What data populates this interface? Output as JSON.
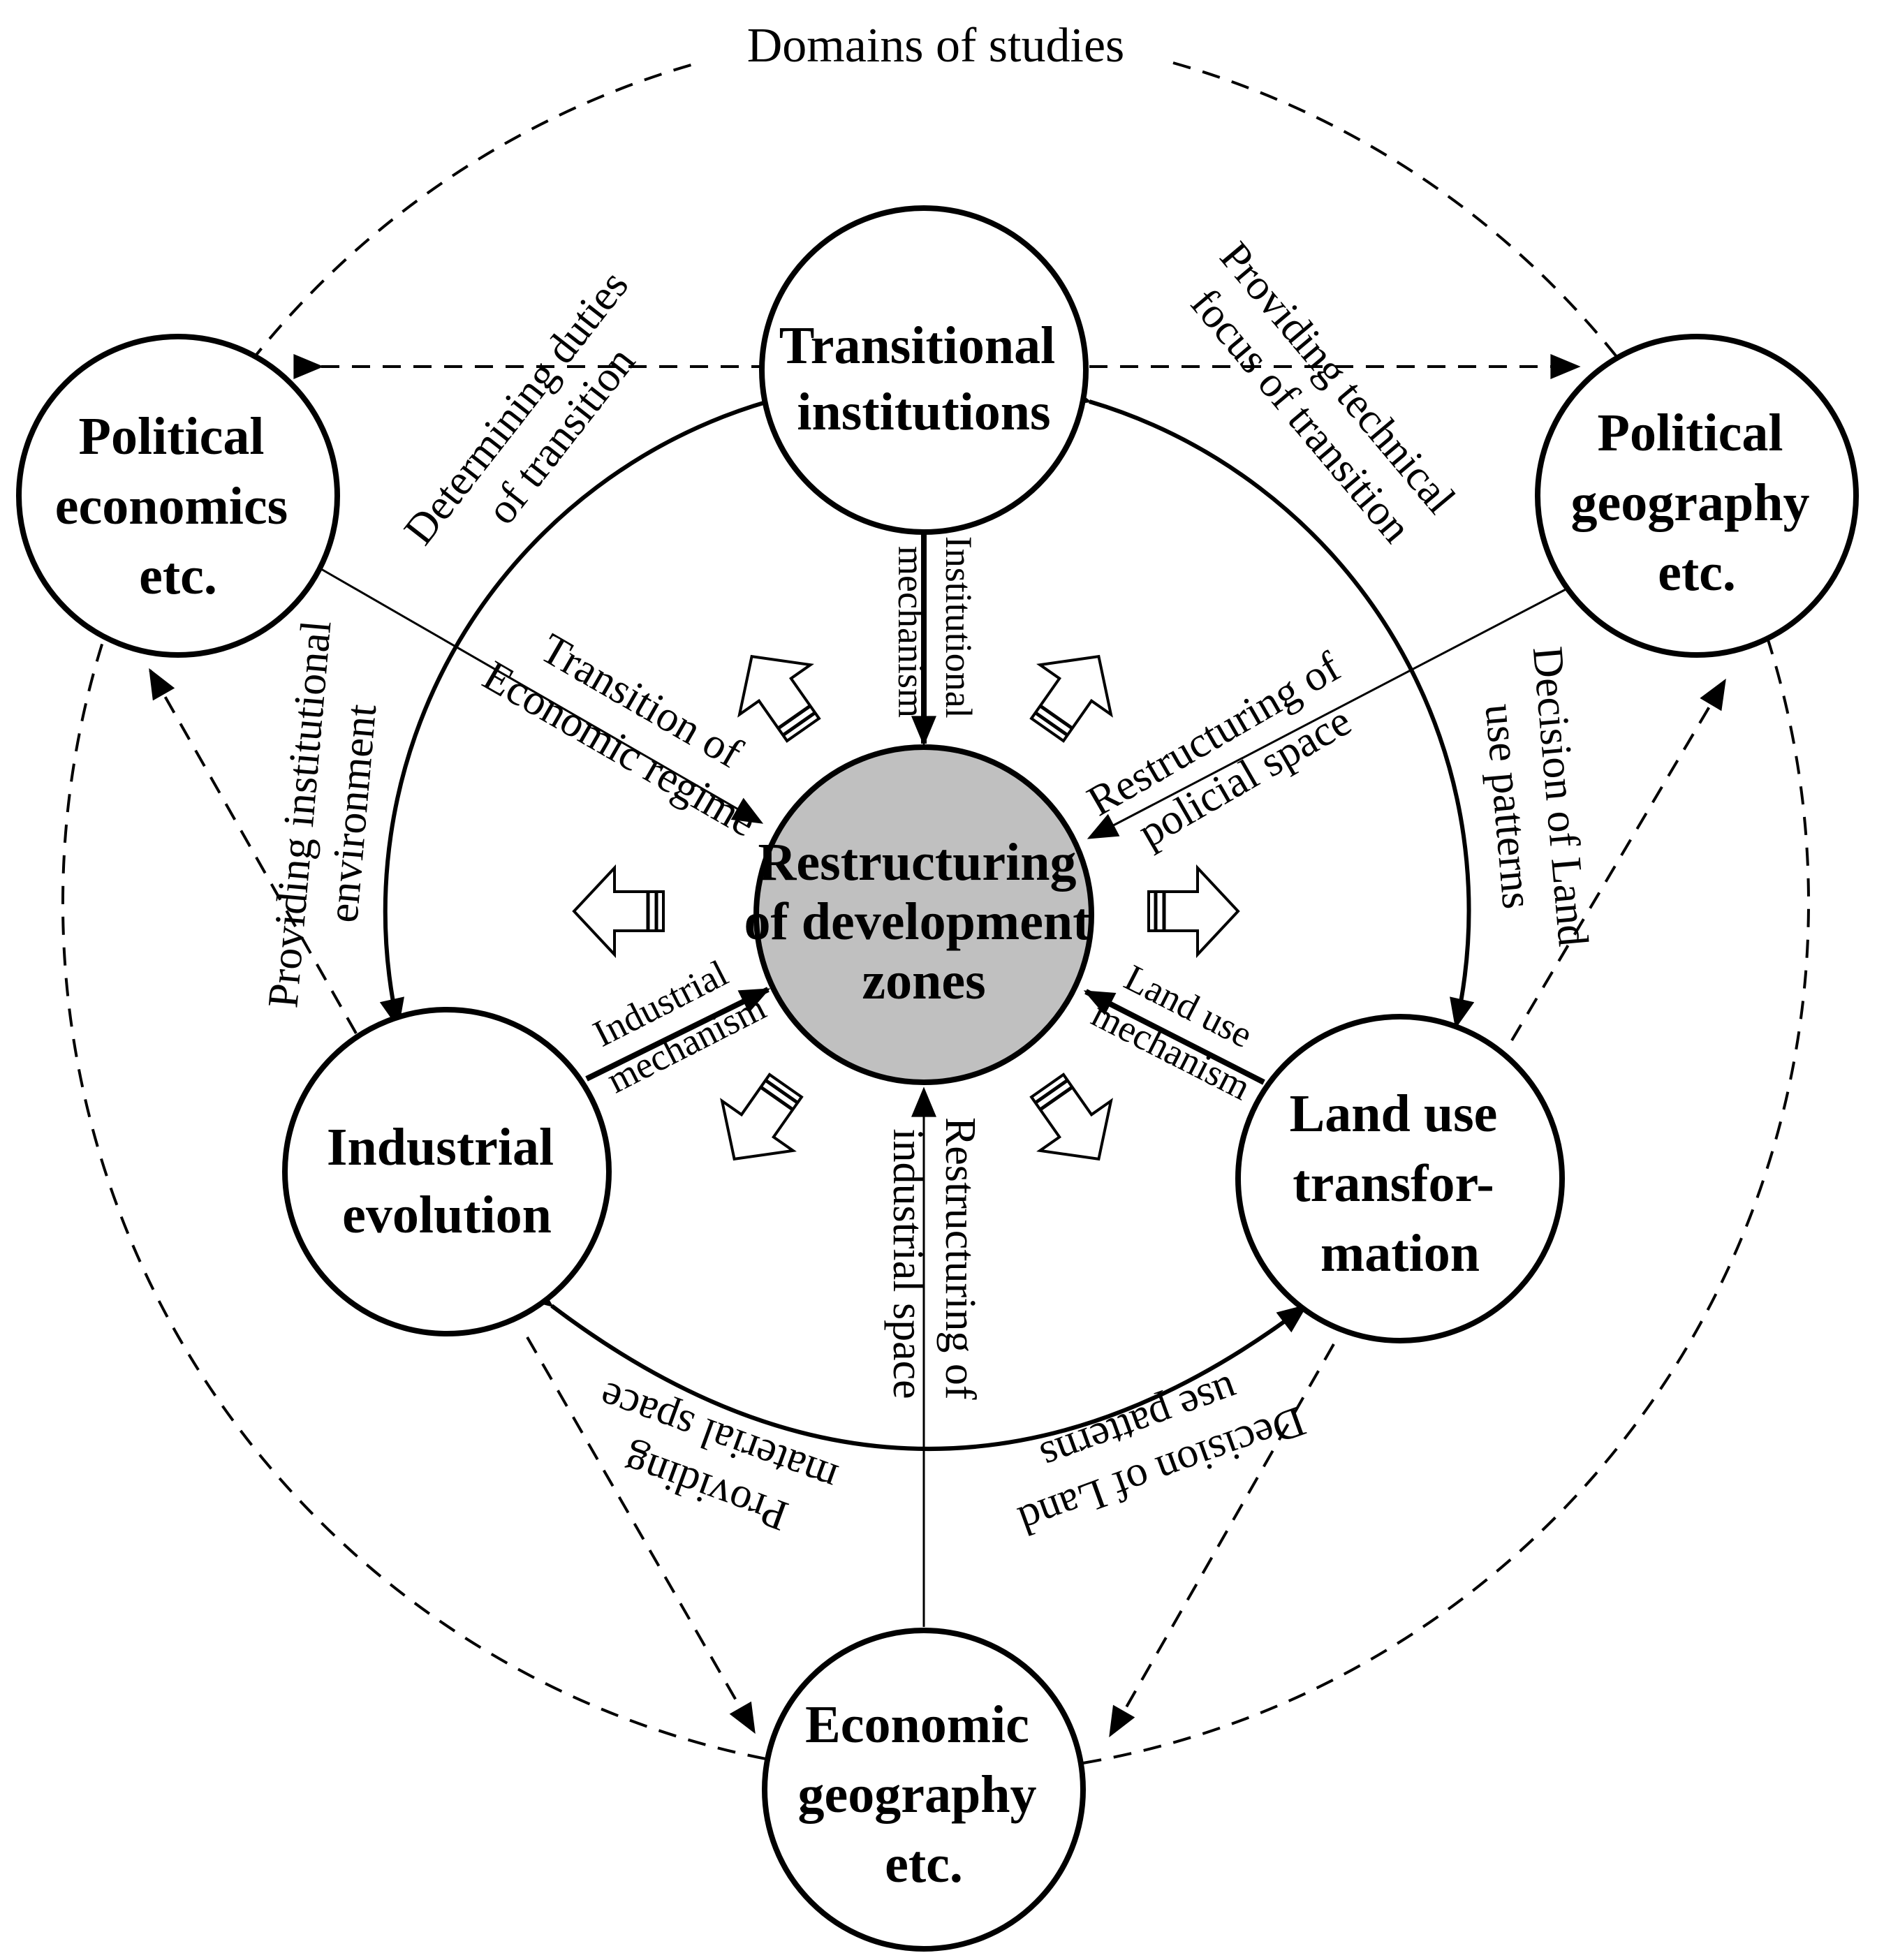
{
  "diagram": {
    "title": "Domains of studies",
    "center": {
      "lines": [
        "Restructuring",
        "of development",
        "zones"
      ],
      "fill": "#c0c0c0"
    },
    "nodes": {
      "transitional": [
        "Transitional",
        "institutions"
      ],
      "industrial": [
        "Industrial",
        "evolution"
      ],
      "landuse": [
        "Land use",
        "transfor-",
        "mation"
      ],
      "pol_econ": [
        "Political",
        "economics",
        "etc."
      ],
      "pol_geo": [
        "Political",
        "geography",
        "etc."
      ],
      "econ_geo": [
        "Economic",
        "geography",
        "etc."
      ]
    },
    "labels": {
      "determining_1": "Determining duties",
      "determining_2": "of transition",
      "providing_tech_1": "Providing technical",
      "providing_tech_2": "focus of transition",
      "providing_inst_1": "Providing institutional",
      "providing_inst_2": "environment",
      "decision_right_1": "Decision of Land",
      "decision_right_2": "use patterns",
      "decision_bottom_1": "Decision of Land",
      "decision_bottom_2": "use patterns",
      "providing_mat_1": "Providing",
      "providing_mat_2": "material space",
      "transition_econ_1": "Transition of",
      "transition_econ_2": "Economic regime",
      "restructuring_pol_1": "Restructuring of",
      "restructuring_pol_2": "policial space",
      "restructuring_ind_1": "Restructuring of",
      "restructuring_ind_2": "industrial space",
      "inst_mech_1": "Institutional",
      "inst_mech_2": "mechanism",
      "ind_mech_1": "Industrial",
      "ind_mech_2": "mechanism",
      "land_mech_1": "Land use",
      "land_mech_2": "mechanism"
    }
  }
}
